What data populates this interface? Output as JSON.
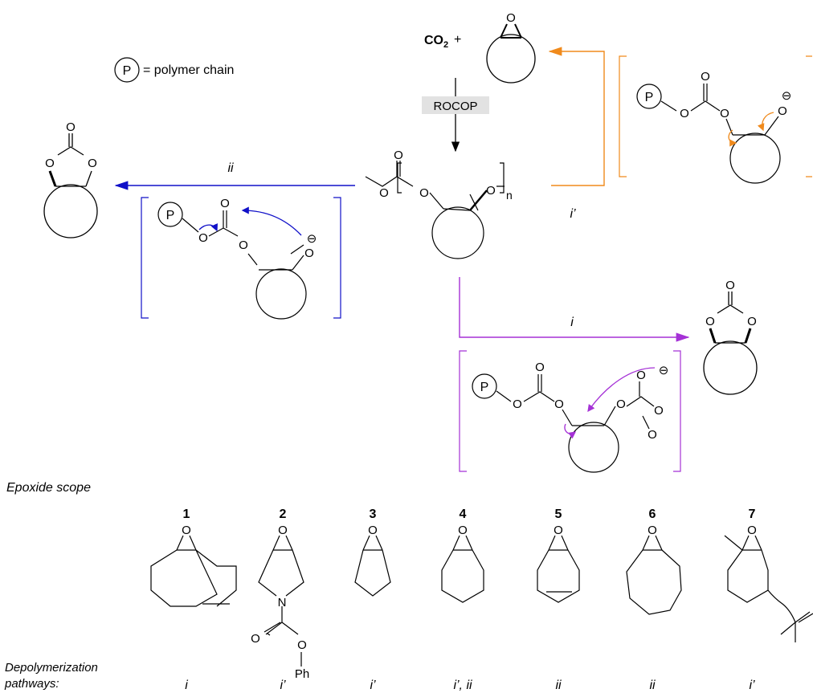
{
  "legend": {
    "circle_label": "P",
    "text": "= polymer chain"
  },
  "reactants": {
    "co2": "CO",
    "co2_sub": "2",
    "plus": "+"
  },
  "arrow_label": "ROCOP",
  "pathways": {
    "ii": {
      "label": "ii",
      "color": "#1010c8"
    },
    "i_prime": {
      "label": "i’",
      "color": "#f08a1c"
    },
    "i": {
      "label": "i",
      "color": "#a531d6"
    }
  },
  "atoms": {
    "O": "O",
    "P": "P",
    "n": "n",
    "N": "N",
    "Ph": "Ph",
    "minus": "⊖"
  },
  "scope_title": "Epoxide scope",
  "scope": [
    {
      "number": "1",
      "pathway": "i"
    },
    {
      "number": "2",
      "pathway": "i’"
    },
    {
      "number": "3",
      "pathway": "i’"
    },
    {
      "number": "4",
      "pathway": "i’, ii"
    },
    {
      "number": "5",
      "pathway": "ii"
    },
    {
      "number": "6",
      "pathway": "ii"
    },
    {
      "number": "7",
      "pathway": "i’"
    }
  ],
  "pathways_label": {
    "line1": "Depolymerization",
    "line2": "pathways:"
  }
}
